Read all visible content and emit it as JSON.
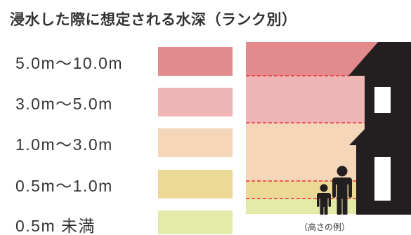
{
  "title": "浸水した際に想定される水深（ランク別）",
  "ranks": [
    {
      "label": "5.0m～10.0m",
      "color": "#E38B8C"
    },
    {
      "label": "3.0m～5.0m",
      "color": "#EFB5B5"
    },
    {
      "label": "1.0m～3.0m",
      "color": "#F5D6B8"
    },
    {
      "label": "0.5m～1.0m",
      "color": "#ECD995"
    },
    {
      "label": "0.5m 未満",
      "color": "#E4EBA8"
    }
  ],
  "illustration": {
    "caption": "（高さの例）",
    "silhouette_color": "#231F20",
    "window_color": "#FFFFFF",
    "line_color": "#E8343A",
    "icons": [
      "house-icon",
      "adult-person-icon",
      "child-person-icon"
    ]
  }
}
